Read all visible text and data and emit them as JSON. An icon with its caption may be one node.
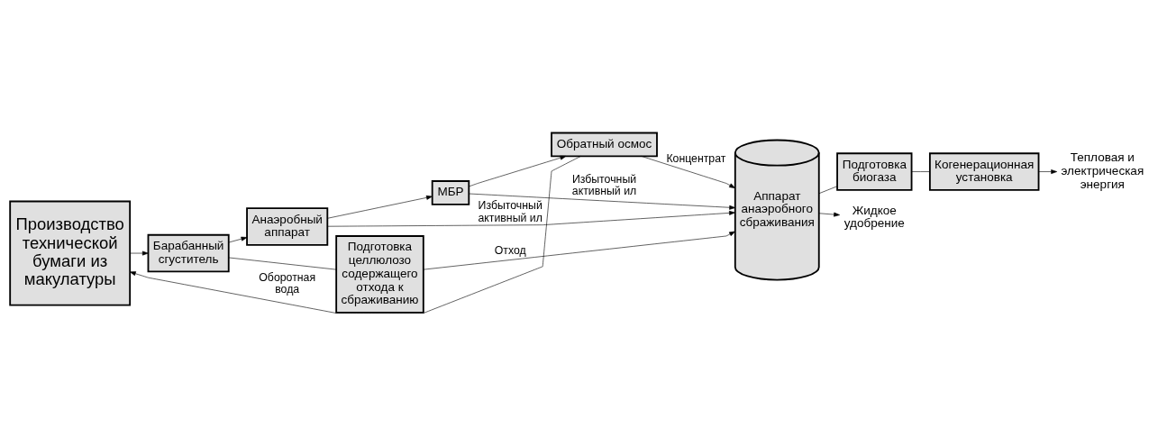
{
  "diagram": {
    "nodes": [
      {
        "text": [
          "Производство технической бумаги из макулатуры"
        ]
      },
      {
        "text": [
          "Барабанный сгуститель"
        ]
      },
      {
        "text": [
          "Анаэробный аппарат"
        ]
      },
      {
        "text": [
          "МБР"
        ]
      },
      {
        "text": [
          "Обратный осмос"
        ]
      },
      {
        "text": [
          "Подготовка целлюлозо содержащего отхода к сбраживанию"
        ]
      },
      {
        "text": [
          "Аппарат анаэробного сбраживания"
        ]
      },
      {
        "text": [
          "Подготовка биогаза"
        ]
      },
      {
        "text": [
          "Когенерационная установка"
        ]
      },
      {
        "text": [
          "Тепловая и электрическая энергия"
        ]
      },
      {
        "text": [
          "Жидкое удобрение"
        ]
      }
    ],
    "edges": [
      {
        "from": 4,
        "to": 0,
        "arrow": "to",
        "label": "Оборотная вода"
      },
      {
        "from": 0,
        "to": 1,
        "arrow": "to"
      },
      {
        "from": 1,
        "to": 2,
        "arrow": "to"
      },
      {
        "from": 2,
        "to": 3,
        "arrow": "to"
      },
      {
        "from": 3,
        "to": 4,
        "arrow": "to"
      },
      {
        "from": 4,
        "to": 6,
        "arrow": "to",
        "label": "Концентрат"
      },
      {
        "from": 3,
        "to": 6,
        "arrow": "to",
        "label": "Избыточный активный ил"
      },
      {
        "from": 2,
        "to": 6,
        "arrow": "to",
        "label": "Избыточный активный ил"
      },
      {
        "from": 1,
        "to": 5,
        "arrow": "none"
      },
      {
        "from": 5,
        "to": 6,
        "arrow": "to",
        "label": "Отход"
      },
      {
        "from": 6,
        "to": 7,
        "arrow": "none"
      },
      {
        "from": 7,
        "to": 8,
        "arrow": "none"
      },
      {
        "from": 8,
        "to": 9,
        "arrow": "to"
      },
      {
        "from": 6,
        "to": 10,
        "arrow": "to"
      }
    ]
  }
}
